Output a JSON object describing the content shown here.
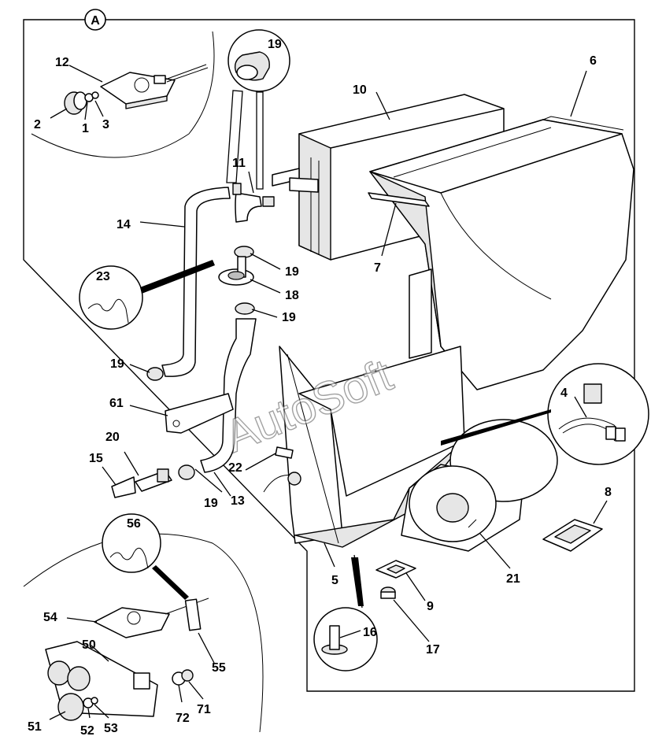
{
  "diagram": {
    "section_marker": "A",
    "watermark": "AutoSoft",
    "callouts": {
      "c1": "1",
      "c2": "2",
      "c3": "3",
      "c4": "4",
      "c5": "5",
      "c6": "6",
      "c7": "7",
      "c8": "8",
      "c9": "9",
      "c10": "10",
      "c11": "11",
      "c12": "12",
      "c13": "13",
      "c14": "14",
      "c15": "15",
      "c16": "16",
      "c17": "17",
      "c18": "18",
      "c19a": "19",
      "c19b": "19",
      "c19c": "19",
      "c19d": "19",
      "c19e": "19",
      "c20": "20",
      "c21": "21",
      "c22": "22",
      "c23": "23",
      "c50": "50",
      "c51": "51",
      "c52": "52",
      "c53": "53",
      "c54": "54",
      "c55": "55",
      "c56": "56",
      "c61": "61",
      "c71": "71",
      "c72": "72"
    }
  }
}
